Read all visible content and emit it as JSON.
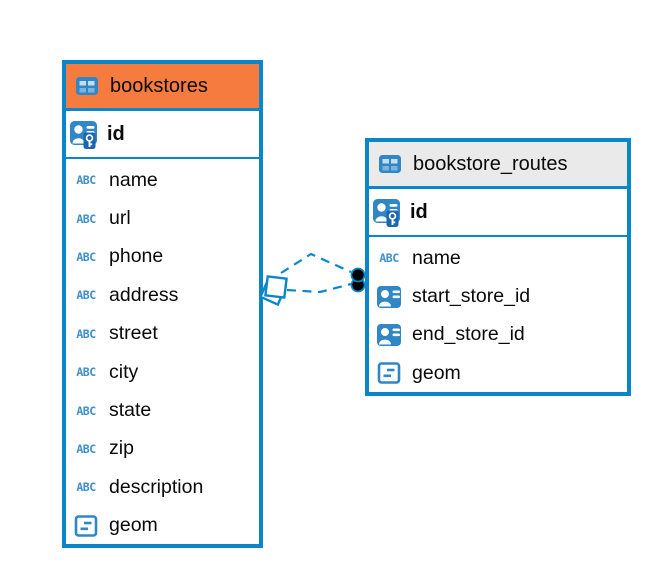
{
  "diagram": {
    "background": "#FFFFFF",
    "accent_color": "#0B87C9"
  },
  "tables": [
    {
      "name": "bookstores",
      "header": {
        "label": "bookstores",
        "background": "#F57B3F",
        "icon": "table-icon"
      },
      "primary_key": {
        "label": "id",
        "icon": "primary-key-icon"
      },
      "columns": [
        {
          "label": "name",
          "icon": "text-type-icon"
        },
        {
          "label": "url",
          "icon": "text-type-icon"
        },
        {
          "label": "phone",
          "icon": "text-type-icon"
        },
        {
          "label": "address",
          "icon": "text-type-icon"
        },
        {
          "label": "street",
          "icon": "text-type-icon"
        },
        {
          "label": "city",
          "icon": "text-type-icon"
        },
        {
          "label": "state",
          "icon": "text-type-icon"
        },
        {
          "label": "zip",
          "icon": "text-type-icon"
        },
        {
          "label": "description",
          "icon": "text-type-icon"
        },
        {
          "label": "geom",
          "icon": "geometry-type-icon"
        }
      ]
    },
    {
      "name": "bookstore_routes",
      "header": {
        "label": "bookstore_routes",
        "background": "#EAEAEA",
        "icon": "table-icon"
      },
      "primary_key": {
        "label": "id",
        "icon": "primary-key-icon"
      },
      "columns": [
        {
          "label": "name",
          "icon": "text-type-icon"
        },
        {
          "label": "start_store_id",
          "icon": "reference-column-icon"
        },
        {
          "label": "end_store_id",
          "icon": "reference-column-icon"
        },
        {
          "label": "geom",
          "icon": "geometry-type-icon"
        }
      ]
    }
  ],
  "relationship": {
    "line_style": "dashed",
    "line_count": 2,
    "line_color": "#0B87C9",
    "source_marker": "stacked-squares",
    "target_marker": "stacked-dots"
  }
}
